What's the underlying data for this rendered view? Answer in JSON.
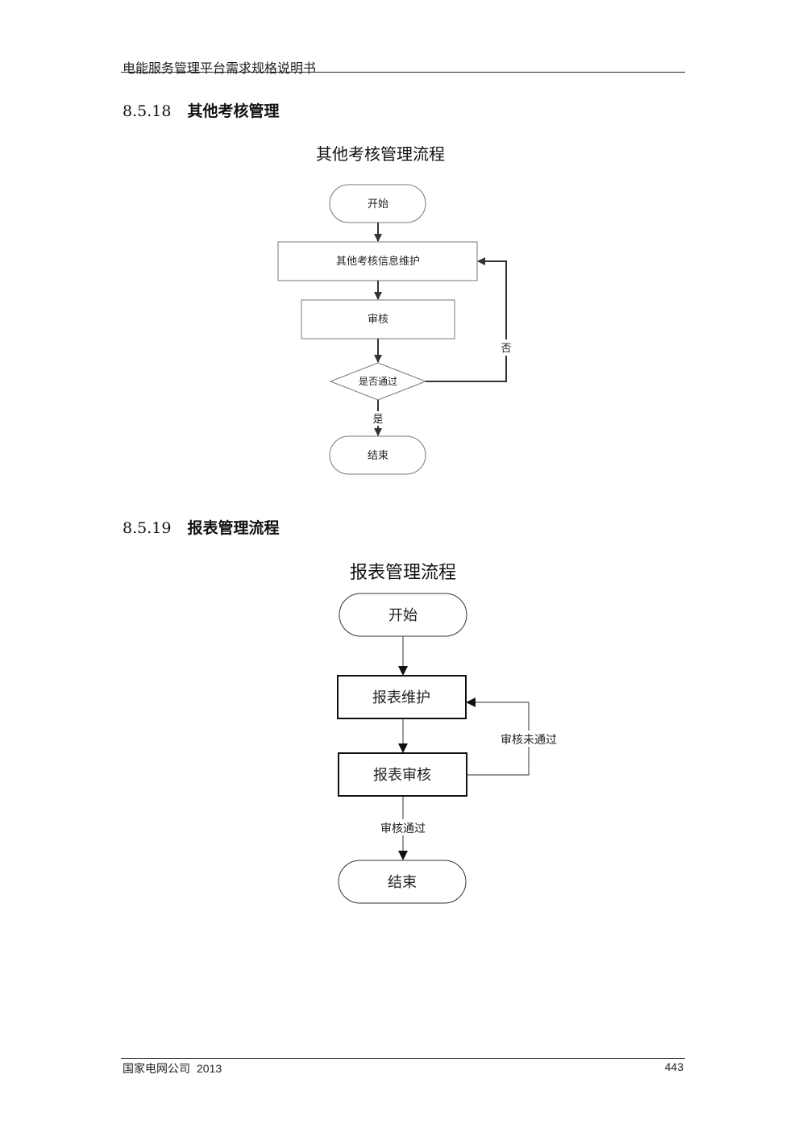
{
  "header": {
    "title": "电能服务管理平台需求规格说明书"
  },
  "sections": [
    {
      "number": "8.5.18",
      "title": "其他考核管理",
      "flow_title": "其他考核管理流程",
      "nodes": {
        "start": "开始",
        "maintain": "其他考核信息维护",
        "review": "审核",
        "decision": "是否通过",
        "end": "结束"
      },
      "edges": {
        "yes": "是",
        "no": "否"
      }
    },
    {
      "number": "8.5.19",
      "title": "报表管理流程",
      "flow_title": "报表管理流程",
      "nodes": {
        "start": "开始",
        "maintain": "报表维护",
        "review": "报表审核",
        "end": "结束"
      },
      "edges": {
        "fail": "审核未通过",
        "pass": "审核通过"
      }
    }
  ],
  "footer": {
    "company": "国家电网公司",
    "year": "2013",
    "page": "443"
  }
}
